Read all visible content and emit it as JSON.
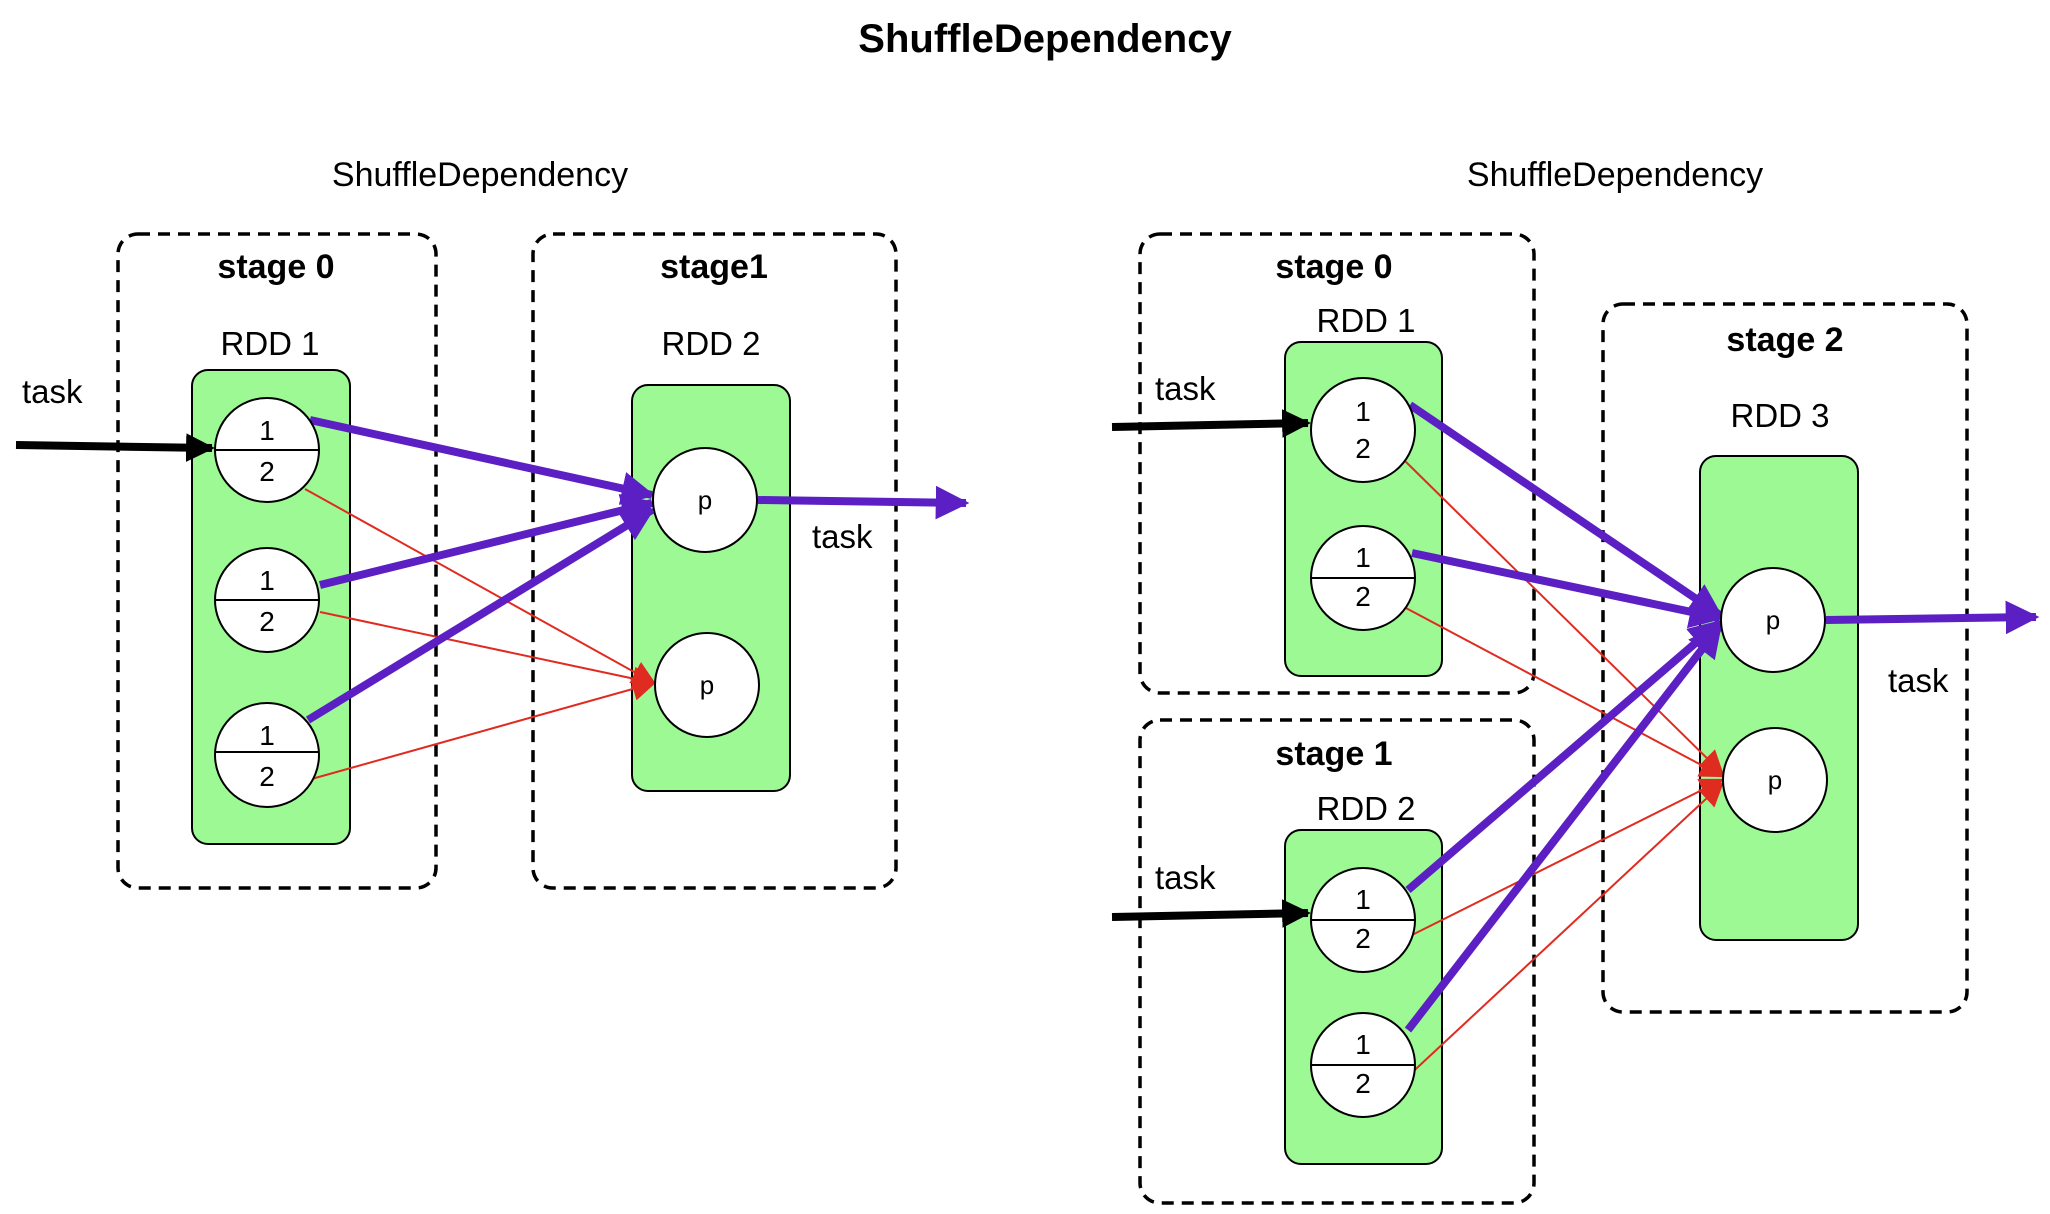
{
  "title": "ShuffleDependency",
  "colors": {
    "rdd_fill": "#9cf994",
    "wide_arrow": "#5b1fc4",
    "thin_arrow": "#e02b20",
    "task_arrow": "#000000"
  },
  "left": {
    "subtitle": "ShuffleDependency",
    "stage0": "stage 0",
    "stage1": "stage1",
    "rdd1": "RDD 1",
    "rdd2": "RDD 2",
    "task_in": "task",
    "task_out": "task"
  },
  "right": {
    "subtitle": "ShuffleDependency",
    "stage0": "stage 0",
    "stage1": "stage 1",
    "stage2": "stage 2",
    "rdd1": "RDD 1",
    "rdd2": "RDD 2",
    "rdd3": "RDD 3",
    "task_in_1": "task",
    "task_in_2": "task",
    "task_out": "task"
  },
  "partition": {
    "top": "1",
    "bottom": "2",
    "p": "p"
  }
}
